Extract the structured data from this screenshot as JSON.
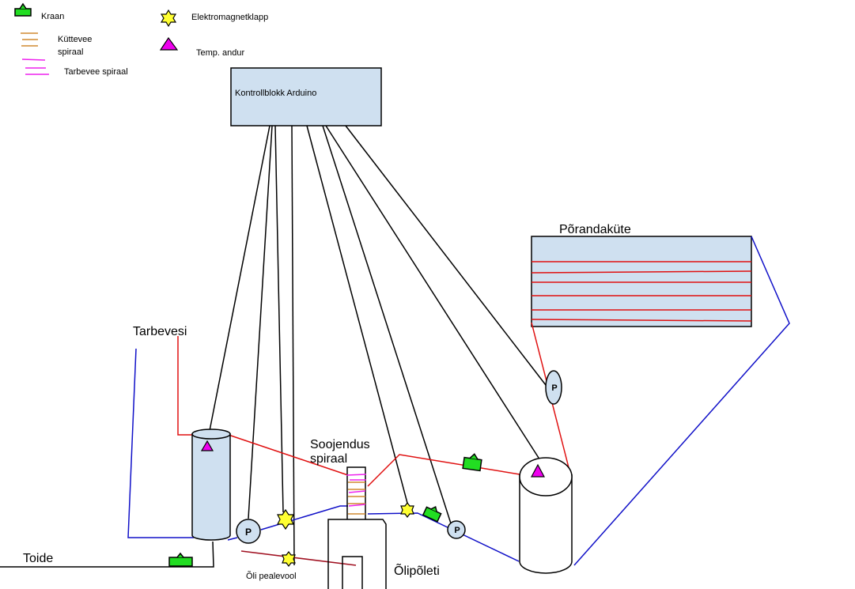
{
  "legend": {
    "kraan": "Kraan",
    "elektromagnetklapp": "Elektromagnetklapp",
    "kuttevee_line1": "Küttevee",
    "kuttevee_line2": "spiraal",
    "temp_andur": "Temp. andur",
    "tarbevee_spiraal": "Tarbevee spiraal"
  },
  "controller": {
    "label": "Kontrollblokk Arduino"
  },
  "labels": {
    "porandakute": "Põrandaküte",
    "tarbevesi": "Tarbevesi",
    "soojendus_line1": "Soojendus",
    "soojendus_line2": "spiraal",
    "toide": "Toide",
    "oli_pealevool": "Õli pealevool",
    "olipoleti": "Õlipõleti"
  },
  "pump_label": "P",
  "colors": {
    "hot_pipe": "#e01010",
    "cold_pipe": "#1010c8",
    "oil_pipe": "#a01020",
    "wire": "#000000",
    "tank_fill": "#cfe0f0",
    "valve_green": "#22dd22",
    "solenoid_yellow": "#ffff33",
    "sensor_magenta": "#ee00ee",
    "coil_orange": "#d08a30",
    "coil_magenta": "#ee22ee"
  }
}
